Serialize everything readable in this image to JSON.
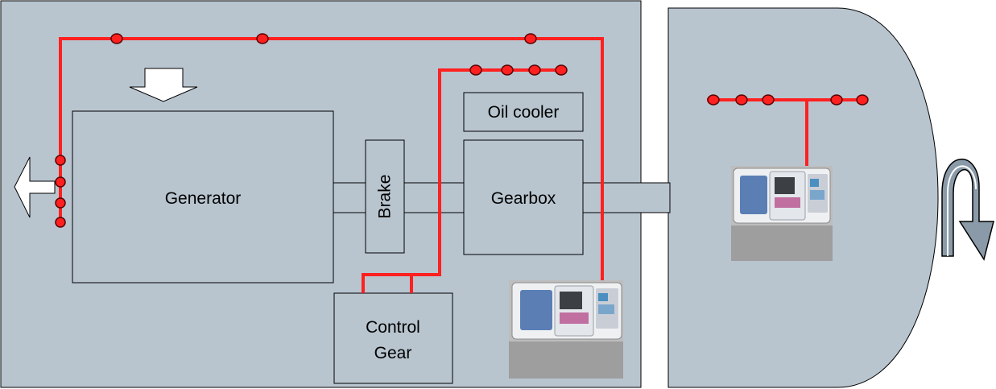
{
  "labels": {
    "generator": "Generator",
    "brake": "Brake",
    "gearbox": "Gearbox",
    "oil_cooler": "Oil cooler",
    "control_gear_line1": "Control",
    "control_gear_line2": "Gear"
  },
  "colors": {
    "panel_fill": "#b8c5cf",
    "cable": "#ff2020",
    "node_fill": "#ff2020",
    "outline": "#000000"
  },
  "icons": {
    "controller": "controller-unit-icon",
    "rotation": "rotation-arrow-icon",
    "air_out": "hollow-arrow-left-icon",
    "air_in": "hollow-arrow-down-icon"
  }
}
